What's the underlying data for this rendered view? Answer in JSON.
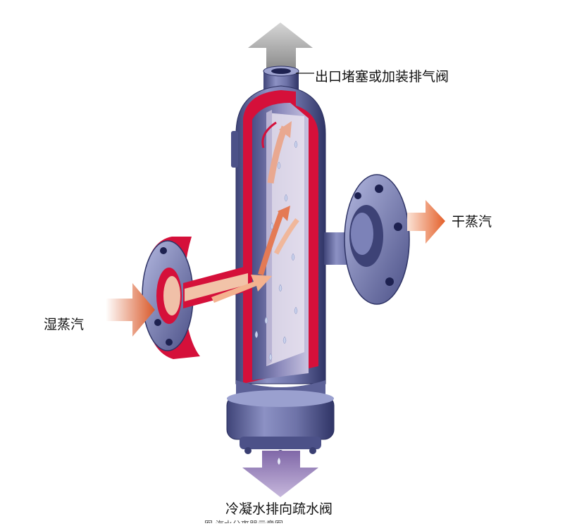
{
  "labels": {
    "top": "出口堵塞或加装排气阀",
    "dry_steam": "干蒸汽",
    "wet_steam": "湿蒸汽",
    "bottom": "冷凝水排向疏水阀"
  },
  "caption": "图 汽水分离器示意图",
  "colors": {
    "body": "#6e73a8",
    "body_dark": "#3f4478",
    "body_light": "#a9aed6",
    "cutaway_red": "#d5103a",
    "steam_flow": "#e9a890",
    "arrow_top": "#a7a7a7",
    "arrow_bottom": "#9a82b6",
    "droplet": "#bcc8e4"
  },
  "icons": {
    "top_arrow": "arrow-up-icon",
    "bottom_arrow": "arrow-down-icon",
    "inlet_arrow": "arrow-right-icon",
    "outlet_arrow": "arrow-right-icon"
  }
}
